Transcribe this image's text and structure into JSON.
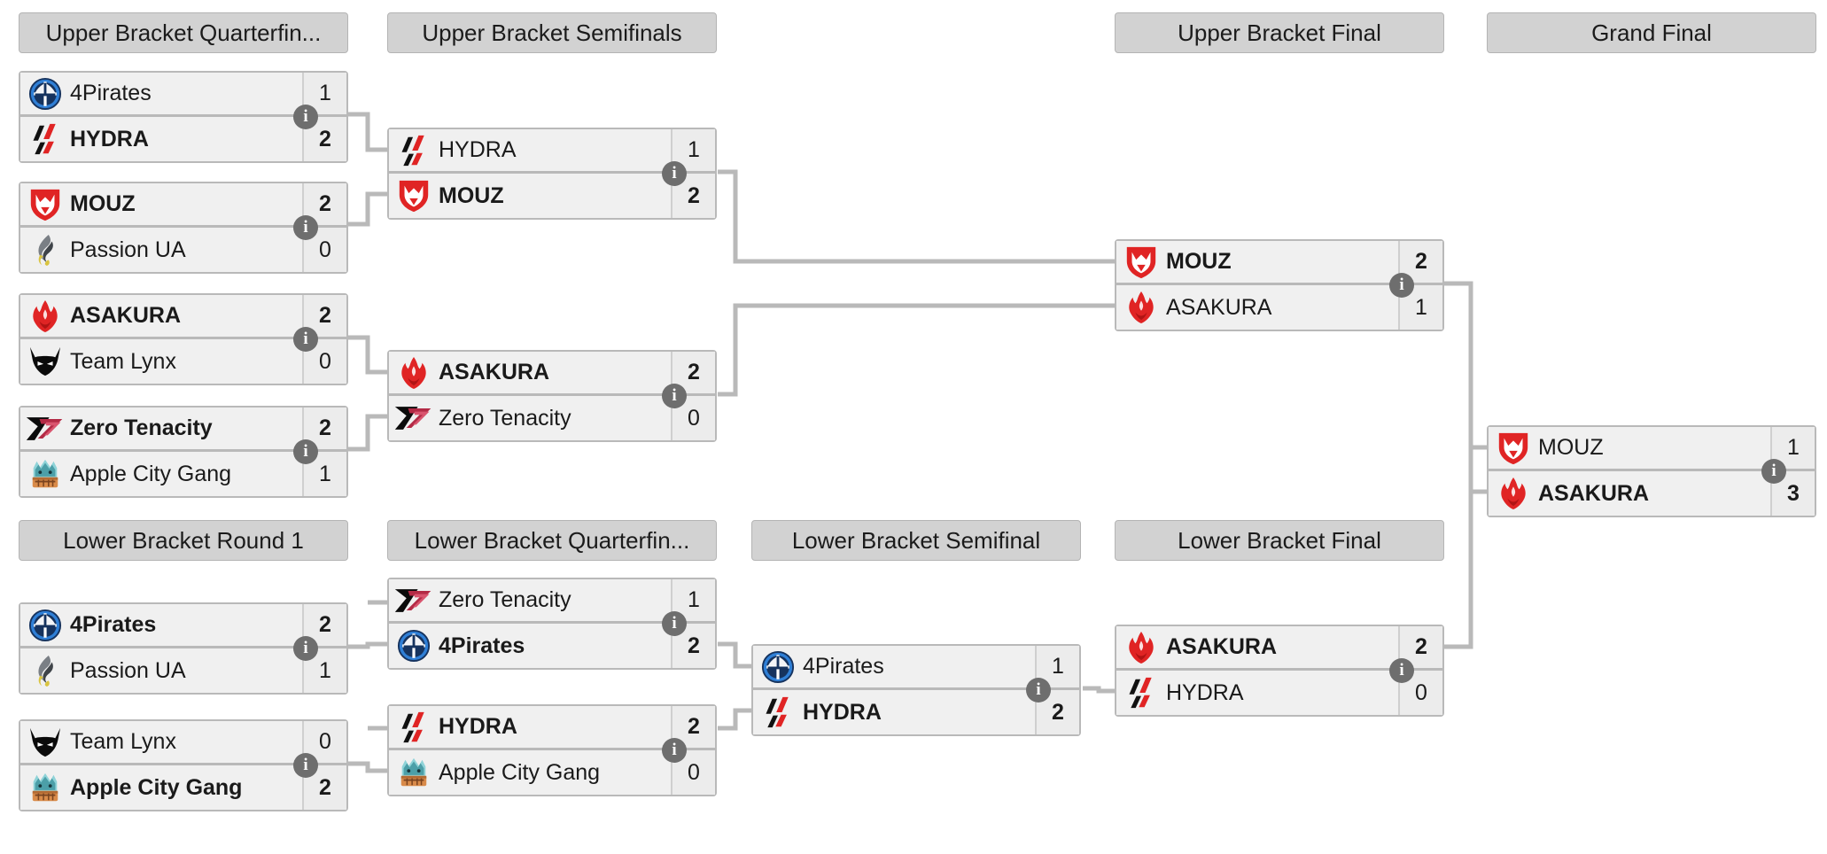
{
  "colors": {
    "line": "#b9b9b9",
    "header_bg": "#d2d2d2",
    "match_bg": "#f0f0f0",
    "score_bg": "#ececec",
    "badge": "#6e6e6e",
    "text": "#1a1a1a",
    "accent_red": "#e02424",
    "accent_blue": "#1b63b5"
  },
  "info_badge_label": "i",
  "rounds": [
    {
      "id": "ub-qf",
      "title": "Upper Bracket Quarterfin..."
    },
    {
      "id": "ub-sf",
      "title": "Upper Bracket Semifinals"
    },
    {
      "id": "ub-f",
      "title": "Upper Bracket Final"
    },
    {
      "id": "gf",
      "title": "Grand Final"
    },
    {
      "id": "lb-r1",
      "title": "Lower Bracket Round 1"
    },
    {
      "id": "lb-qf",
      "title": "Lower Bracket Quarterfin..."
    },
    {
      "id": "lb-sf",
      "title": "Lower Bracket Semifinal"
    },
    {
      "id": "lb-f",
      "title": "Lower Bracket Final"
    }
  ],
  "matches": [
    {
      "id": "ubqf1",
      "round": "ub-qf",
      "top": {
        "team": "4Pirates",
        "logo": "4pirates",
        "score": "1",
        "winner": false
      },
      "bottom": {
        "team": "HYDRA",
        "logo": "hydra",
        "score": "2",
        "winner": true
      }
    },
    {
      "id": "ubqf2",
      "round": "ub-qf",
      "top": {
        "team": "MOUZ",
        "logo": "mouz",
        "score": "2",
        "winner": true
      },
      "bottom": {
        "team": "Passion UA",
        "logo": "passionua",
        "score": "0",
        "winner": false
      }
    },
    {
      "id": "ubqf3",
      "round": "ub-qf",
      "top": {
        "team": "ASAKURA",
        "logo": "asakura",
        "score": "2",
        "winner": true
      },
      "bottom": {
        "team": "Team Lynx",
        "logo": "lynx",
        "score": "0",
        "winner": false
      }
    },
    {
      "id": "ubqf4",
      "round": "ub-qf",
      "top": {
        "team": "Zero Tenacity",
        "logo": "zerotenacity",
        "score": "2",
        "winner": true
      },
      "bottom": {
        "team": "Apple City Gang",
        "logo": "applecity",
        "score": "1",
        "winner": false
      }
    },
    {
      "id": "ubsf1",
      "round": "ub-sf",
      "top": {
        "team": "HYDRA",
        "logo": "hydra",
        "score": "1",
        "winner": false
      },
      "bottom": {
        "team": "MOUZ",
        "logo": "mouz",
        "score": "2",
        "winner": true
      }
    },
    {
      "id": "ubsf2",
      "round": "ub-sf",
      "top": {
        "team": "ASAKURA",
        "logo": "asakura",
        "score": "2",
        "winner": true
      },
      "bottom": {
        "team": "Zero Tenacity",
        "logo": "zerotenacity",
        "score": "0",
        "winner": false
      }
    },
    {
      "id": "ubf1",
      "round": "ub-f",
      "top": {
        "team": "MOUZ",
        "logo": "mouz",
        "score": "2",
        "winner": true
      },
      "bottom": {
        "team": "ASAKURA",
        "logo": "asakura",
        "score": "1",
        "winner": false
      }
    },
    {
      "id": "gf1",
      "round": "gf",
      "top": {
        "team": "MOUZ",
        "logo": "mouz",
        "score": "1",
        "winner": false
      },
      "bottom": {
        "team": "ASAKURA",
        "logo": "asakura",
        "score": "3",
        "winner": true
      }
    },
    {
      "id": "lbr1a",
      "round": "lb-r1",
      "top": {
        "team": "4Pirates",
        "logo": "4pirates",
        "score": "2",
        "winner": true
      },
      "bottom": {
        "team": "Passion UA",
        "logo": "passionua",
        "score": "1",
        "winner": false
      }
    },
    {
      "id": "lbr1b",
      "round": "lb-r1",
      "top": {
        "team": "Team Lynx",
        "logo": "lynx",
        "score": "0",
        "winner": false
      },
      "bottom": {
        "team": "Apple City Gang",
        "logo": "applecity",
        "score": "2",
        "winner": true
      }
    },
    {
      "id": "lbqf1",
      "round": "lb-qf",
      "top": {
        "team": "Zero Tenacity",
        "logo": "zerotenacity",
        "score": "1",
        "winner": false
      },
      "bottom": {
        "team": "4Pirates",
        "logo": "4pirates",
        "score": "2",
        "winner": true
      }
    },
    {
      "id": "lbqf2",
      "round": "lb-qf",
      "top": {
        "team": "HYDRA",
        "logo": "hydra",
        "score": "2",
        "winner": true
      },
      "bottom": {
        "team": "Apple City Gang",
        "logo": "applecity",
        "score": "0",
        "winner": false
      }
    },
    {
      "id": "lbsf1",
      "round": "lb-sf",
      "top": {
        "team": "4Pirates",
        "logo": "4pirates",
        "score": "1",
        "winner": false
      },
      "bottom": {
        "team": "HYDRA",
        "logo": "hydra",
        "score": "2",
        "winner": true
      }
    },
    {
      "id": "lbf1",
      "round": "lb-f",
      "top": {
        "team": "ASAKURA",
        "logo": "asakura",
        "score": "2",
        "winner": true
      },
      "bottom": {
        "team": "HYDRA",
        "logo": "hydra",
        "score": "0",
        "winner": false
      }
    }
  ]
}
